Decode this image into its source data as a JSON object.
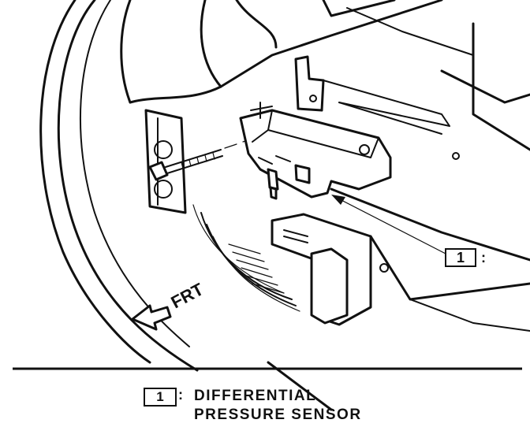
{
  "diagram": {
    "callout_number": "1",
    "callout_colon": ":",
    "direction_label": "FRT"
  },
  "legend": {
    "number": "1",
    "colon": ":",
    "line1": "DIFFERENTIAL",
    "line2": "PRESSURE SENSOR"
  }
}
